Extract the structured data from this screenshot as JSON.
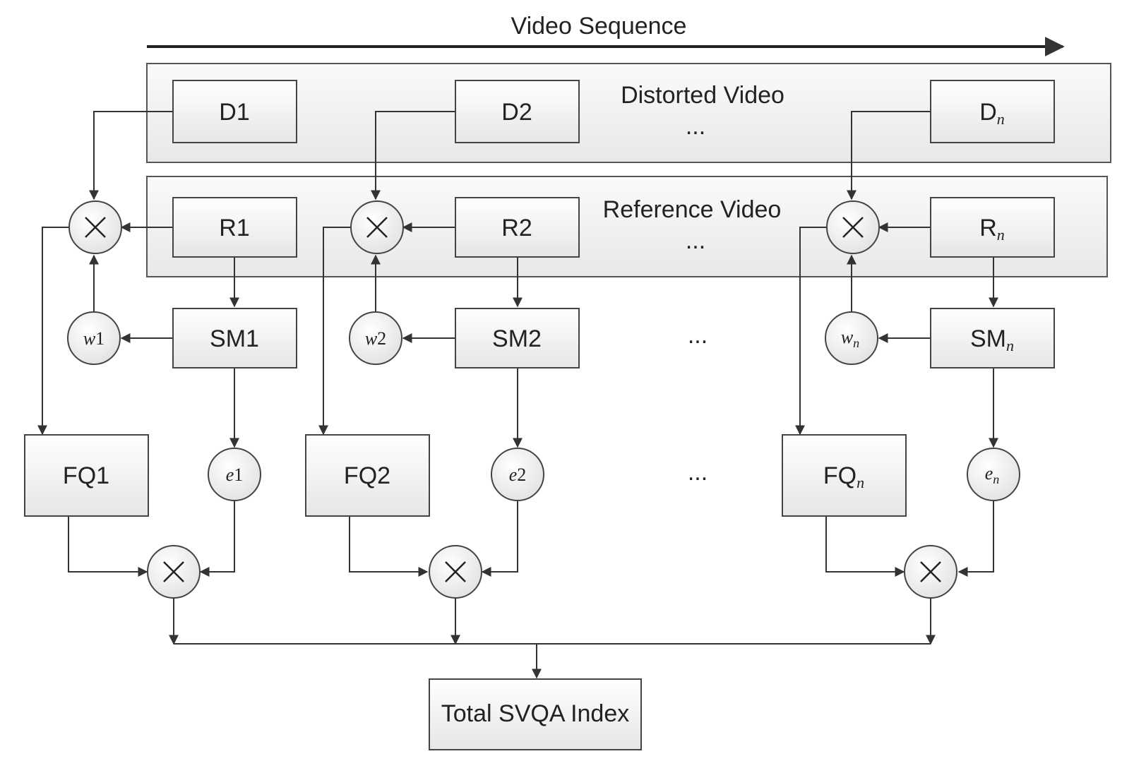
{
  "diagram": {
    "sequence_label": "Video Sequence",
    "distorted_label": "Distorted Video",
    "reference_label": "Reference Video",
    "ellipsis": "...",
    "total_label": "Total SVQA Index",
    "columns": [
      {
        "d": "D1",
        "r": "R1",
        "sm": "SM1",
        "w_base": "w",
        "w_idx": "1",
        "fq_base": "FQ",
        "fq_idx": "1",
        "e_base": "e",
        "e_idx": "1"
      },
      {
        "d": "D2",
        "r": "R2",
        "sm": "SM2",
        "w_base": "w",
        "w_idx": "2",
        "fq_base": "FQ",
        "fq_idx": "2",
        "e_base": "e",
        "e_idx": "2"
      }
    ],
    "last_column": {
      "d_base": "D",
      "d_sub": "n",
      "r_base": "R",
      "r_sub": "n",
      "sm_base": "SM",
      "sm_sub": "n",
      "w_base": "w",
      "w_sub": "n",
      "fq_base": "FQ",
      "fq_sub": "n",
      "e_base": "e",
      "e_sub": "n"
    },
    "multiply_symbol": "×"
  }
}
